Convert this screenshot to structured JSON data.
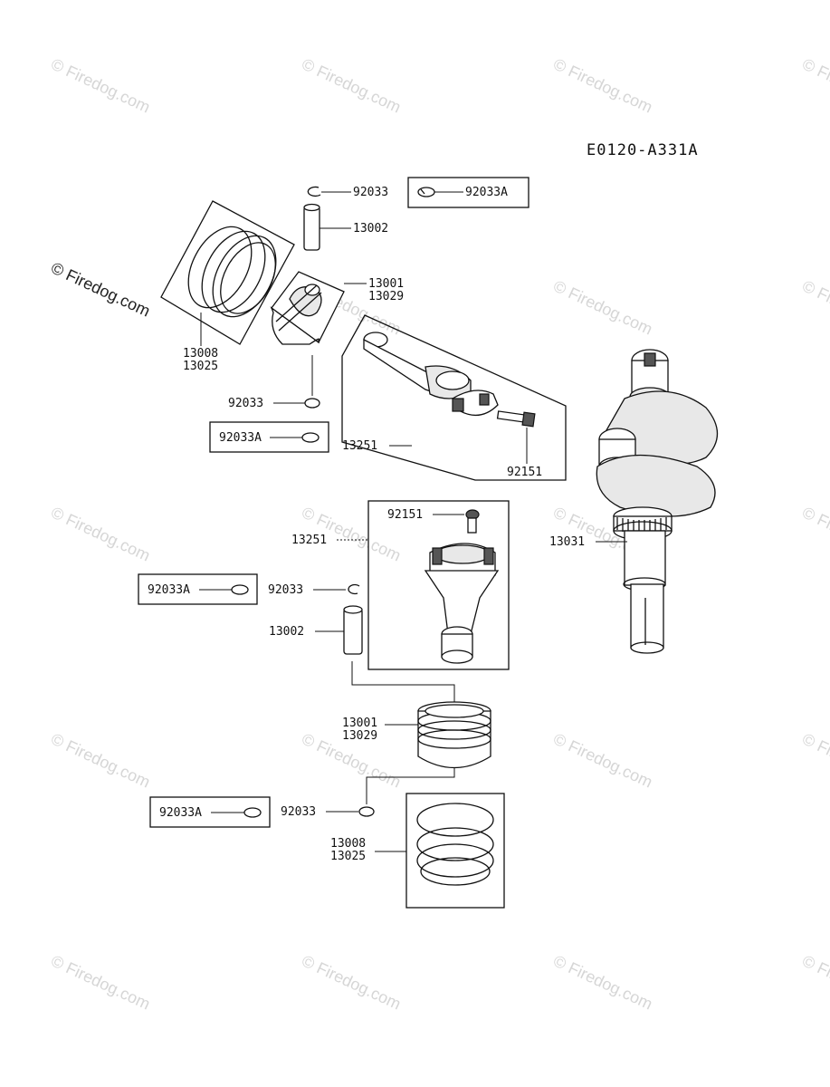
{
  "diagram": {
    "code": "E0120-A331A",
    "watermark": "© Firedog.com"
  },
  "labels": {
    "p92033_top": "92033",
    "p92033a_top": "92033A",
    "p13002_top": "13002",
    "p13001_top": "13001",
    "p13029_top": "13029",
    "p13008_top": "13008",
    "p13025_top": "13025",
    "p92033_mid": "92033",
    "p92033a_mid": "92033A",
    "p13251_top": "13251",
    "p92151_top": "92151",
    "p13031": "13031",
    "p92151_bot": "92151",
    "p13251_bot": "13251",
    "p92033a_bot1": "92033A",
    "p92033_bot1": "92033",
    "p13002_bot": "13002",
    "p13001_bot": "13001",
    "p13029_bot": "13029",
    "p92033a_bot2": "92033A",
    "p92033_bot2": "92033",
    "p13008_bot": "13008",
    "p13025_bot": "13025"
  },
  "icons": {
    "circlip": "circlip-icon",
    "piston_pin": "piston-pin-icon",
    "piston": "piston-icon",
    "piston_rings": "piston-rings-icon",
    "connecting_rod": "connecting-rod-icon",
    "rod_bolt": "bolt-icon",
    "crankshaft": "crankshaft-icon"
  }
}
